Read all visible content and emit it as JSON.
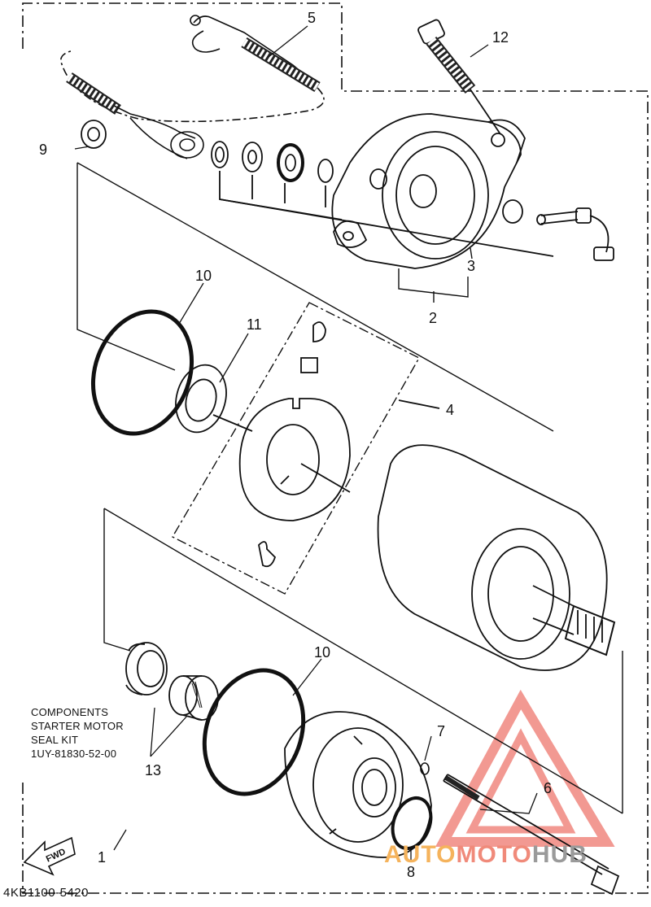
{
  "callouts": {
    "c1": "1",
    "c2": "2",
    "c3": "3",
    "c4": "4",
    "c5": "5",
    "c6": "6",
    "c7": "7",
    "c8": "8",
    "c9": "9",
    "c10a": "10",
    "c10b": "10",
    "c11": "11",
    "c12": "12",
    "c13": "13"
  },
  "note": {
    "line1": "COMPONENTS",
    "line2": "STARTER MOTOR",
    "line3": "SEAL KIT",
    "line4": "1UY-81830-52-00"
  },
  "fwd_label": "FWD",
  "part_code": "4KB1100-5420",
  "watermark": {
    "part1": "AUTO",
    "part2": "MOTO",
    "part3": "HUB"
  },
  "colors": {
    "line": "#111111",
    "watermark_red": "#e8463a",
    "watermark_orange": "#f5b35c",
    "watermark_grey": "#9a9a9a"
  }
}
